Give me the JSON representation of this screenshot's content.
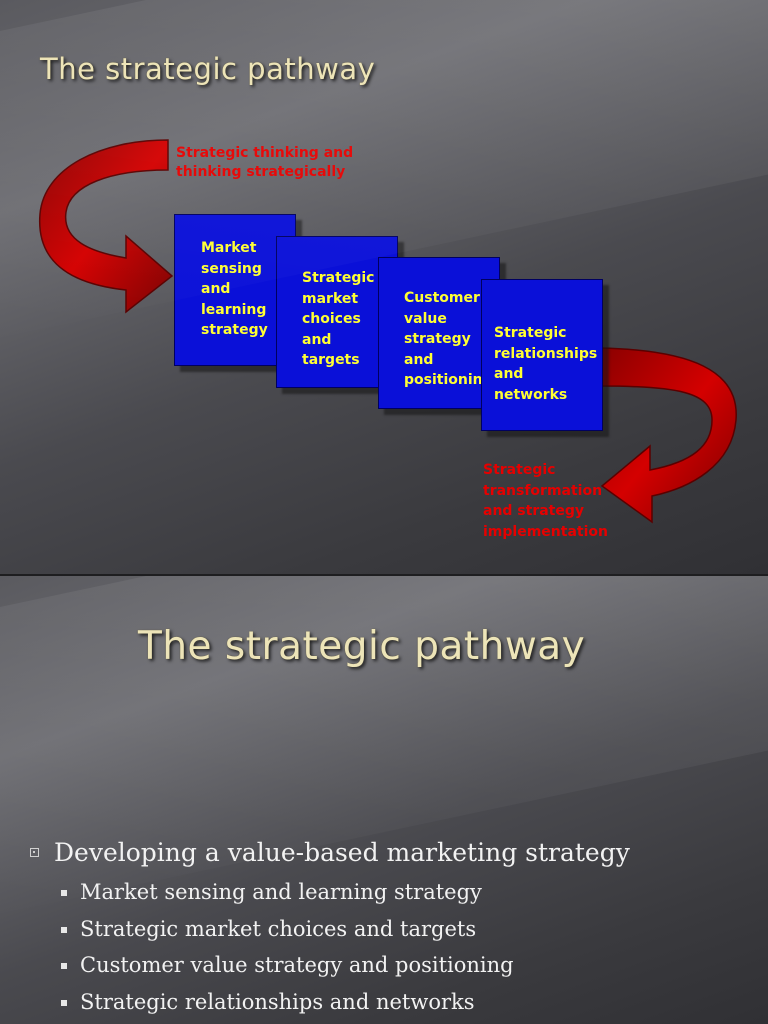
{
  "slide1": {
    "title": "The strategic pathway",
    "top_label": [
      "Strategic thinking and",
      "thinking strategically"
    ],
    "boxes": [
      [
        "Market",
        "sensing",
        "and",
        "learning",
        "strategy"
      ],
      [
        "Strategic",
        "market",
        "choices",
        "and",
        "targets"
      ],
      [
        "Customer",
        "value",
        "strategy",
        "and",
        "positioning"
      ],
      [
        "Strategic",
        "relationships",
        "and",
        "networks"
      ]
    ],
    "bottom_label": [
      "Strategic",
      "transformation",
      "and strategy",
      "implementation"
    ],
    "colors": {
      "box": "#0a10d8",
      "box_text": "#ffff33",
      "arrow": "#cc0000",
      "label": "#e60000"
    }
  },
  "slide2": {
    "title": "The strategic pathway",
    "main_bullet": "Developing a value-based marketing strategy",
    "sub_bullets": [
      "Market sensing and learning strategy",
      "Strategic market choices and targets",
      "Customer value strategy and positioning",
      "Strategic relationships and networks"
    ]
  }
}
